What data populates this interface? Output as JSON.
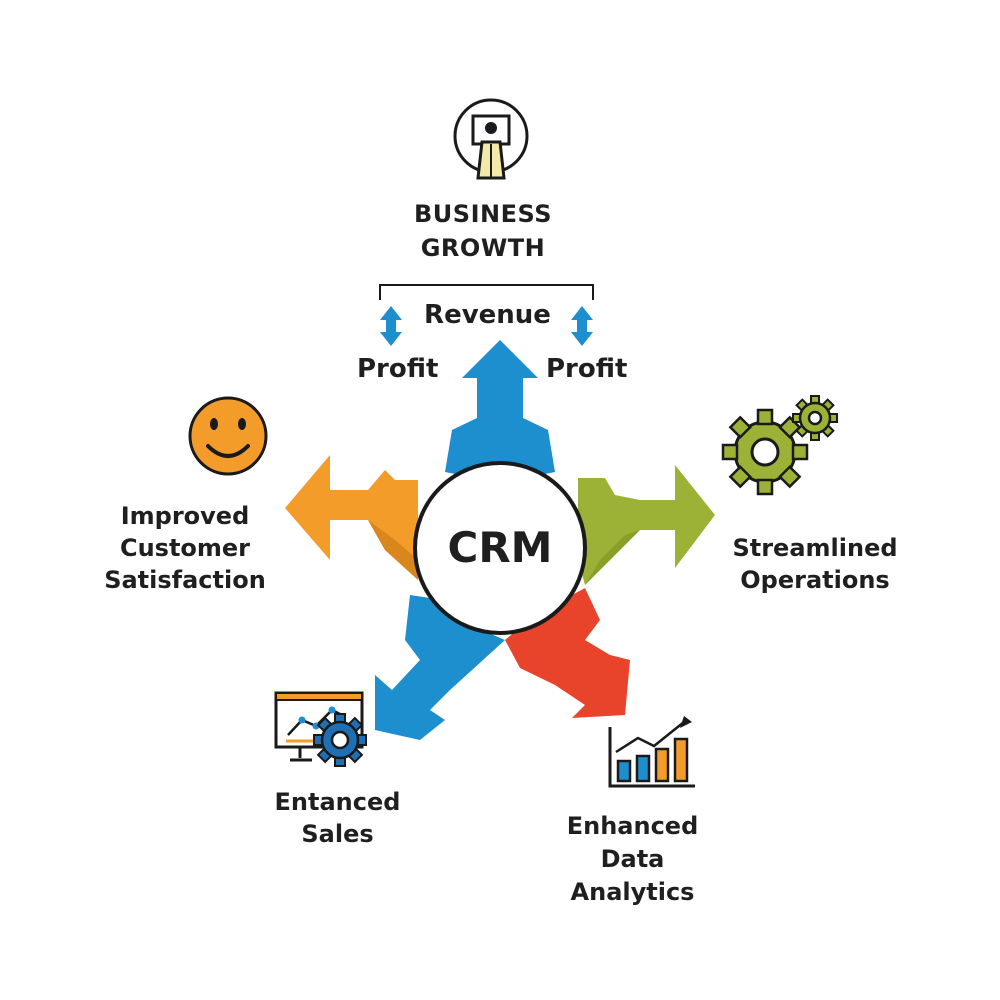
{
  "hub": {
    "label": "CRM"
  },
  "top": {
    "title_line1": "BUSINESS",
    "title_line2": "GROWTH",
    "revenue": "Revenue",
    "profit_left": "Profit",
    "profit_right": "Profit",
    "icon": "person-in-circle-icon"
  },
  "outcomes": {
    "customer": {
      "line1": "Improved",
      "line2": "Customer",
      "line3": "Satisfaction",
      "icon": "smiley-face-icon"
    },
    "operations": {
      "line1": "Streamlined",
      "line2": "Operations",
      "icon": "gears-icon"
    },
    "sales": {
      "line1": "Entanced",
      "line2": "Sales",
      "icon": "monitor-chart-gear-icon"
    },
    "analytics": {
      "line1": "Enhanced",
      "line2": "Data",
      "line3": "Analytics",
      "icon": "bar-chart-trend-icon"
    }
  },
  "colors": {
    "blue": "#1d8fce",
    "orange": "#f39c2a",
    "green": "#9bb236",
    "red": "#e8442b",
    "dark_blue": "#1f6fb5",
    "text": "#1f1f1f"
  }
}
